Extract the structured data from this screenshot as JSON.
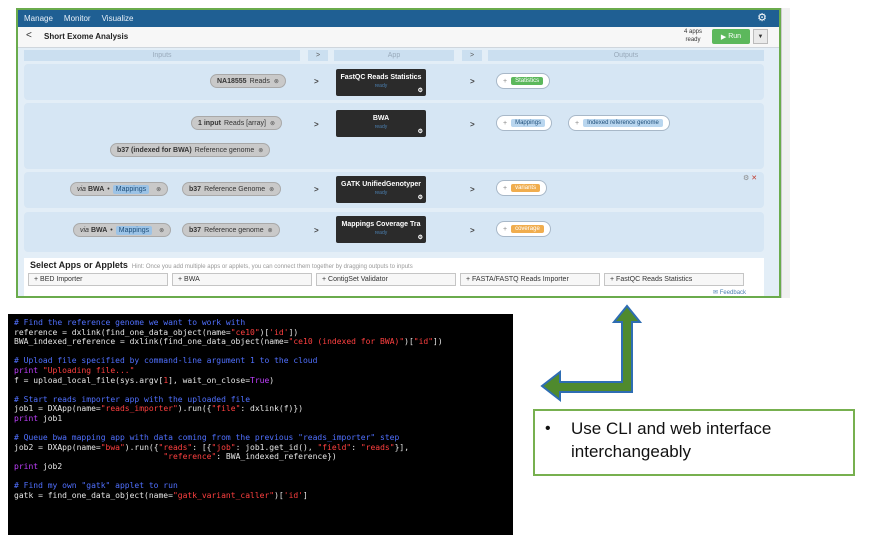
{
  "nav": {
    "items": [
      "Manage",
      "Monitor",
      "Visualize"
    ]
  },
  "header": {
    "title": "Short Exome Analysis",
    "apps_count_line1": "4 apps",
    "apps_count_line2": "ready",
    "run_label": "Run"
  },
  "columns": {
    "inputs": "Inputs",
    "app": "App",
    "outputs": "Outputs"
  },
  "rows": [
    {
      "inputs": [
        {
          "value": "NA18555",
          "label": "Reads"
        }
      ],
      "app": {
        "name": "FastQC Reads Statistics",
        "status": "ready"
      },
      "outputs": [
        {
          "badge": "Statistics",
          "color": "green"
        }
      ]
    },
    {
      "inputs": [
        {
          "value": "1 input",
          "label": "Reads [array]"
        },
        {
          "value": "b37 (indexed for BWA)",
          "label": "Reference genome"
        }
      ],
      "app": {
        "name": "BWA",
        "status": "ready"
      },
      "outputs": [
        {
          "badge": "Mappings",
          "color": "blue"
        },
        {
          "badge": "Indexed reference genome",
          "color": "blue"
        }
      ]
    },
    {
      "inputs": [
        {
          "via": "via",
          "source": "BWA",
          "tag": "Mappings"
        },
        {
          "value": "b37",
          "label": "Reference Genome"
        }
      ],
      "app": {
        "name": "GATK UnifiedGenotyper",
        "status": "ready"
      },
      "outputs": [
        {
          "badge": "variants",
          "color": "orange"
        }
      ]
    },
    {
      "inputs": [
        {
          "via": "via",
          "source": "BWA",
          "tag": "Mappings"
        },
        {
          "value": "b37",
          "label": "Reference genome"
        }
      ],
      "app": {
        "name": "Mappings Coverage Tra",
        "status": "ready"
      },
      "outputs": [
        {
          "badge": "coverage",
          "color": "orange"
        }
      ]
    }
  ],
  "select_apps": {
    "heading": "Select Apps or Applets",
    "hint": "Hint: Once you add multiple apps or applets, you can connect them together by dragging outputs to inputs",
    "apps": [
      "BED Importer",
      "BWA",
      "ContigSet Validator",
      "FASTA/FASTQ Reads Importer",
      "FastQC Reads Statistics"
    ]
  },
  "feedback_label": "Feedback",
  "terminal_lines": [
    [
      [
        "cm",
        "# Find the reference genome we want to work with"
      ]
    ],
    [
      [
        "tx",
        "reference = dxlink(find_one_data_object(name="
      ],
      [
        "sr",
        "\"ce10\""
      ],
      [
        "tx",
        ")["
      ],
      [
        "sr",
        "'id'"
      ],
      [
        "tx",
        "])"
      ]
    ],
    [
      [
        "tx",
        "BWA_indexed_reference = dxlink(find_one_data_object(name="
      ],
      [
        "sr",
        "\"ce10 (indexed for BWA)\""
      ],
      [
        "tx",
        ")["
      ],
      [
        "sr",
        "\"id\""
      ],
      [
        "tx",
        "])"
      ]
    ],
    [
      [
        "tx",
        ""
      ]
    ],
    [
      [
        "cm",
        "# Upload file specified by command-line argument 1 to the cloud"
      ]
    ],
    [
      [
        "kw",
        "print "
      ],
      [
        "sr",
        "\"Uploading file...\""
      ]
    ],
    [
      [
        "tx",
        "f = upload_local_file(sys.argv["
      ],
      [
        "sr",
        "1"
      ],
      [
        "tx",
        "], wait_on_close="
      ],
      [
        "kw",
        "True"
      ],
      [
        "tx",
        ")"
      ]
    ],
    [
      [
        "tx",
        ""
      ]
    ],
    [
      [
        "cm",
        "# Start reads importer app with the uploaded file"
      ]
    ],
    [
      [
        "tx",
        "job1 = DXApp(name="
      ],
      [
        "sr",
        "\"reads_importer\""
      ],
      [
        "tx",
        ").run({"
      ],
      [
        "sr",
        "\"file\""
      ],
      [
        "tx",
        ": dxlink(f)})"
      ]
    ],
    [
      [
        "kw",
        "print "
      ],
      [
        "tx",
        "job1"
      ]
    ],
    [
      [
        "tx",
        ""
      ]
    ],
    [
      [
        "cm",
        "# Queue bwa mapping app with data coming from the previous \"reads_importer\" step"
      ]
    ],
    [
      [
        "tx",
        "job2 = DXApp(name="
      ],
      [
        "sr",
        "\"bwa\""
      ],
      [
        "tx",
        ").run({"
      ],
      [
        "sr",
        "\"reads\""
      ],
      [
        "tx",
        ": [{"
      ],
      [
        "sr",
        "\"job\""
      ],
      [
        "tx",
        ": job1.get_id(), "
      ],
      [
        "sr",
        "\"field\""
      ],
      [
        "tx",
        ": "
      ],
      [
        "sr",
        "\"reads\""
      ],
      [
        "tx",
        "}],"
      ]
    ],
    [
      [
        "tx",
        "                               "
      ],
      [
        "sr",
        "\"reference\""
      ],
      [
        "tx",
        ": BWA_indexed_reference})"
      ]
    ],
    [
      [
        "kw",
        "print "
      ],
      [
        "tx",
        "job2"
      ]
    ],
    [
      [
        "tx",
        ""
      ]
    ],
    [
      [
        "cm",
        "# Find my own \"gatk\" applet to run"
      ]
    ],
    [
      [
        "tx",
        "gatk = find_one_data_object(name="
      ],
      [
        "sr",
        "\"gatk_variant_caller\""
      ],
      [
        "tx",
        ")["
      ],
      [
        "sr",
        "'id'"
      ],
      [
        "tx",
        "]"
      ]
    ]
  ],
  "callout": {
    "text": "Use CLI and web interface interchangeably"
  },
  "colors": {
    "nav": "#1f5f93",
    "run": "#5cb85c",
    "callout_border": "#77b04f",
    "arrow_fill": "#4f8a2e",
    "arrow_border": "#2e6db3"
  }
}
